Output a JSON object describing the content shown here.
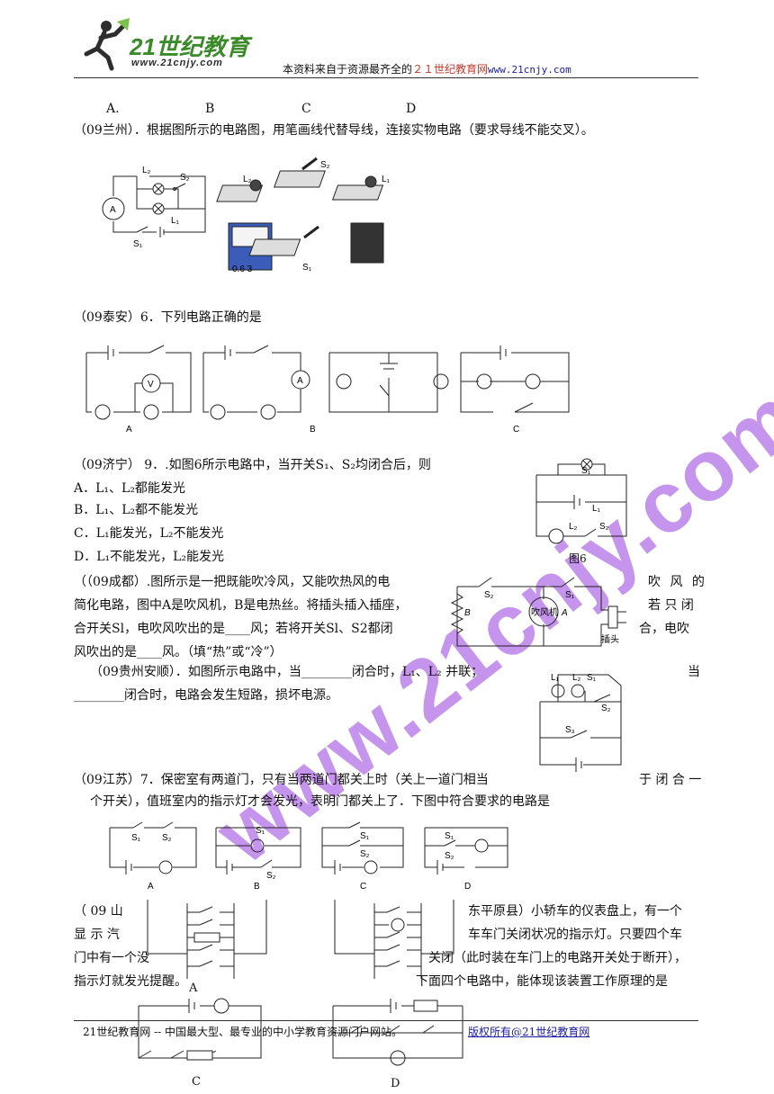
{
  "header": {
    "logo_text": "21世纪教育",
    "logo_url_text": "www.21cnjy.com",
    "source_prefix": "本资料来自于资源最齐全的",
    "source_site": "２１世纪教育网",
    "source_url": "www.21cnjy.com"
  },
  "q0": {
    "opt_a": "A.",
    "opt_b": "B",
    "opt_c": "C",
    "opt_d": "D"
  },
  "q1": {
    "text": "（09兰州）．根据图所示的电路图，用笔画线代替导线，连接实物电路（要求导线不能交叉）。",
    "labels": {
      "l2": "L₂",
      "s2": "S₂",
      "l1": "L₁",
      "s1": "S₁",
      "a": "A",
      "meter_scale": "0.6  3"
    }
  },
  "q2": {
    "text": "（09泰安）6．下列电路正确的是",
    "labels": {
      "a": "A",
      "b": "B",
      "c": "C",
      "v": "V"
    }
  },
  "q3": {
    "text": "（09济宁） 9．.如图6所示电路中，当开关S₁、S₂均闭合后，则",
    "opt_a": "A．L₁、L₂都能发光",
    "opt_b": "B．L₁、L₂都不能发光",
    "opt_c": "C．L₁能发光，L₂不能发光",
    "opt_d": "D．L₁不能发光，L₂能发光",
    "fig_label": "图6"
  },
  "q4": {
    "line1a": "（（09成都）.图所示是一把既能吹冷风，又能吹热风的电",
    "line1b": "吹  风  的",
    "line2a": "简化电路，图中A是吹风机，B是电热丝。将插头插入插座，",
    "line2b": "若  只  闭",
    "line3a": "合开关Sl，电吹风吹出的是____风；若将开关Sl、S2都闭",
    "line3b": "合，电吹",
    "line4": "风吹出的是____风。（填“热”或“冷”）",
    "fan_label": "吹风机",
    "plug_label": "插头"
  },
  "q5": {
    "line1a": "（09贵州安顺）．如图所示电路中，当________闭合时，L₁、L₂ 并联；",
    "line1b": "当",
    "line2": "________闭合时，电路会发生短路，损坏电源。"
  },
  "q6": {
    "line1a": "（09江苏）7．保密室有两道门，只有当两道门都关上时（关上一道门相当",
    "line1b": "于 闭 合 一",
    "line2": "个开关），值班室内的指示灯才会发光，表明门都关上了．下图中符合要求的电路是",
    "labels": {
      "a": "A",
      "b": "B",
      "c": "C",
      "d": "D"
    }
  },
  "q7": {
    "line1a": "（ 09  山",
    "line1b": "东平原县）小轿车的仪表盘上，有一个",
    "line2a": "显 示 汽",
    "line2b": "车车门关闭状况的指示灯。只要四个车",
    "line3a": "门中有一个没",
    "line3b": "关闭（此时装在车门上的电路开关处于断开），",
    "line4a": "指示灯就发光提醒。",
    "line4b": "下面四个电路中，能体现该装置工作原理的是",
    "labels": {
      "a": "A",
      "c": "C",
      "d": "D"
    }
  },
  "footer": {
    "left": "21世纪教育网 -- 中国最大型、最专业的中小学教育资源门户网站。",
    "right": "版权所有@21世纪教育网"
  },
  "watermark": "www.21cnjy.com",
  "colors": {
    "watermark": "#9a3ddc",
    "link": "#1a1aa6",
    "logo_green": "#3a8a2a"
  }
}
